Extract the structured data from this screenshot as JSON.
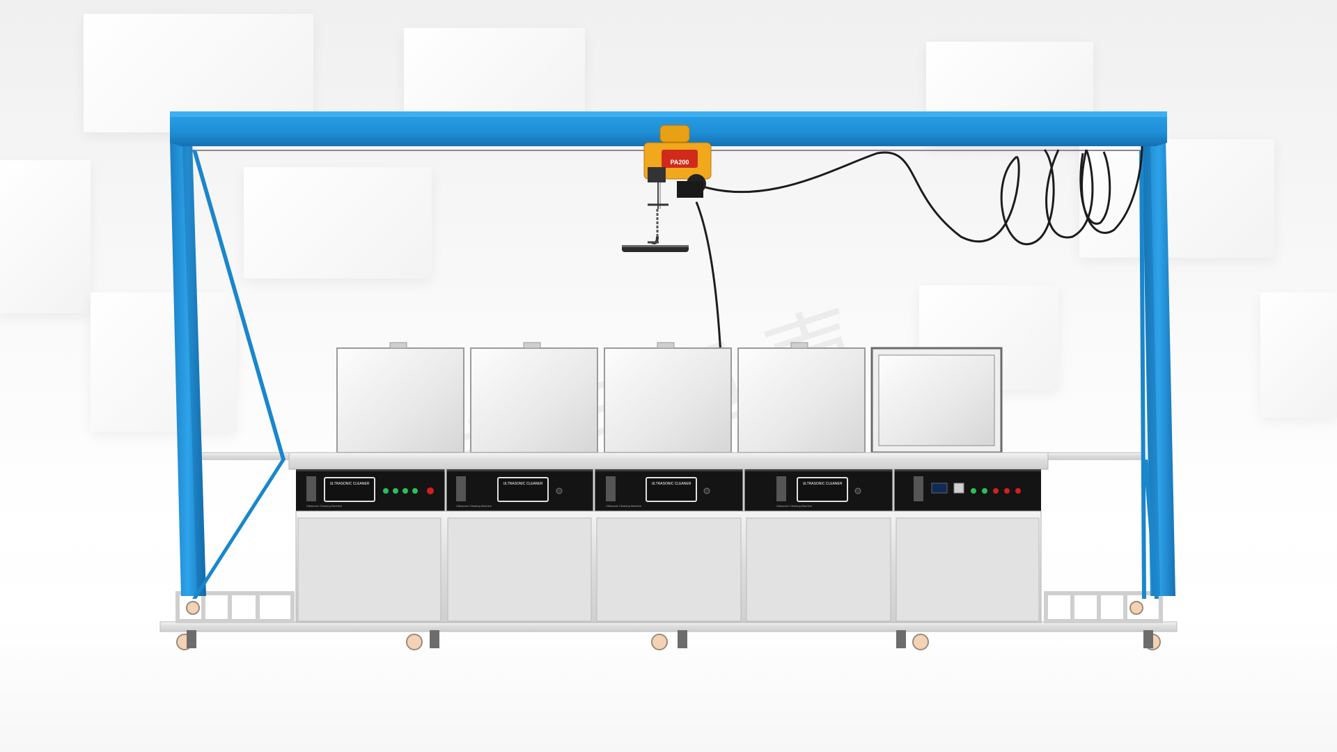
{
  "hoist": {
    "brand_label": "PA200"
  },
  "modules": [
    {
      "display_label": "ULTRASONIC CLEANER",
      "side_label": "Ultrasonic Cleaning Machine"
    },
    {
      "display_label": "ULTRASONIC CLEANER",
      "side_label": "Ultrasonic Cleaning Machine"
    },
    {
      "display_label": "ULTRASONIC CLEANER",
      "side_label": "Ultrasonic Cleaning Machine"
    },
    {
      "display_label": "ULTRASONIC CLEANER",
      "side_label": "Ultrasonic Cleaning Machine"
    }
  ],
  "watermark_text": "纬 臣 超 声",
  "colors": {
    "frame_blue": "#1f8fd6",
    "frame_blue_dark": "#1271b3",
    "hoist_orange": "#f2a81d",
    "panel_black": "#141414",
    "steel": "#e6e6e6"
  }
}
